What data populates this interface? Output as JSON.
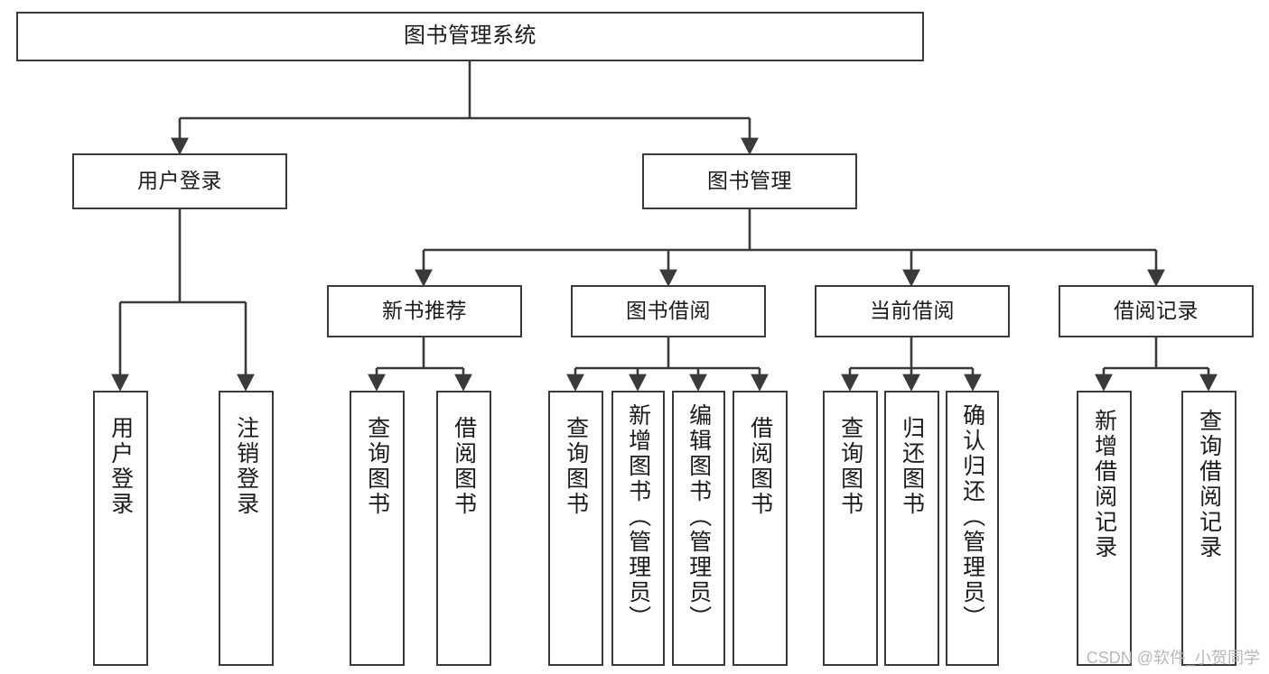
{
  "diagram": {
    "type": "tree",
    "title": "图书管理系统",
    "root": {
      "label": "图书管理系统"
    },
    "level2": [
      {
        "label": "用户登录"
      },
      {
        "label": "图书管理"
      }
    ],
    "level3": [
      {
        "label": "新书推荐"
      },
      {
        "label": "图书借阅"
      },
      {
        "label": "当前借阅"
      },
      {
        "label": "借阅记录"
      }
    ],
    "leaves": {
      "user_login": [
        {
          "label": "用户登录"
        },
        {
          "label": "注销登录"
        }
      ],
      "new_book_recommend": [
        {
          "label": "查询图书"
        },
        {
          "label": "借阅图书"
        }
      ],
      "book_borrow": [
        {
          "label": "查询图书"
        },
        {
          "label": "新增图书（管理员）"
        },
        {
          "label": "编辑图书（管理员）"
        },
        {
          "label": "借阅图书"
        }
      ],
      "current_borrow": [
        {
          "label": "查询图书"
        },
        {
          "label": "归还图书"
        },
        {
          "label": "确认归还（管理员）"
        }
      ],
      "borrow_record": [
        {
          "label": "新增借阅记录"
        },
        {
          "label": "查询借阅记录"
        }
      ]
    }
  },
  "watermark": {
    "text": "CSDN @软件_小贺同学"
  },
  "colors": {
    "stroke": "#3a3a3a",
    "fill": "#ffffff",
    "text": "#1b1b1b",
    "watermark": "#b8b8b8"
  }
}
